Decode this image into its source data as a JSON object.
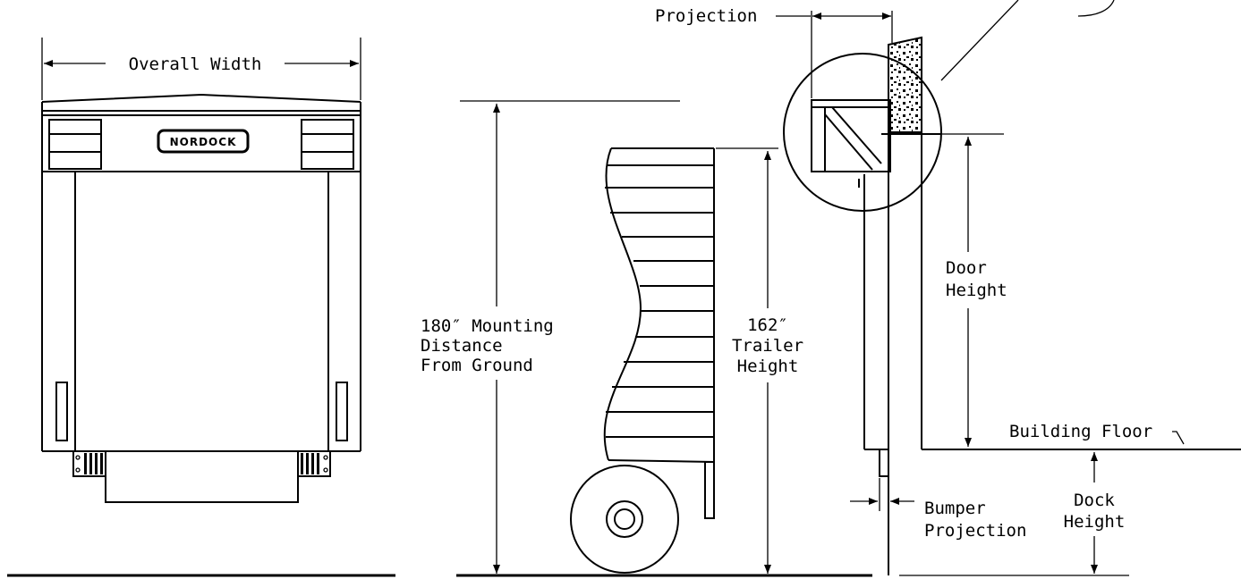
{
  "labels": {
    "overall_width": "Overall Width",
    "brand": "NORDOCK",
    "projection": "Projection",
    "mounting": [
      "180″ Mounting",
      "Distance",
      "From Ground"
    ],
    "trailer": [
      "162″",
      "Trailer",
      "Height"
    ],
    "door_height": [
      "Door",
      "Height"
    ],
    "building_floor": "Building Floor",
    "bumper_projection": [
      "Bumper",
      "Projection"
    ],
    "dock_height": [
      "Dock",
      "Height"
    ]
  }
}
